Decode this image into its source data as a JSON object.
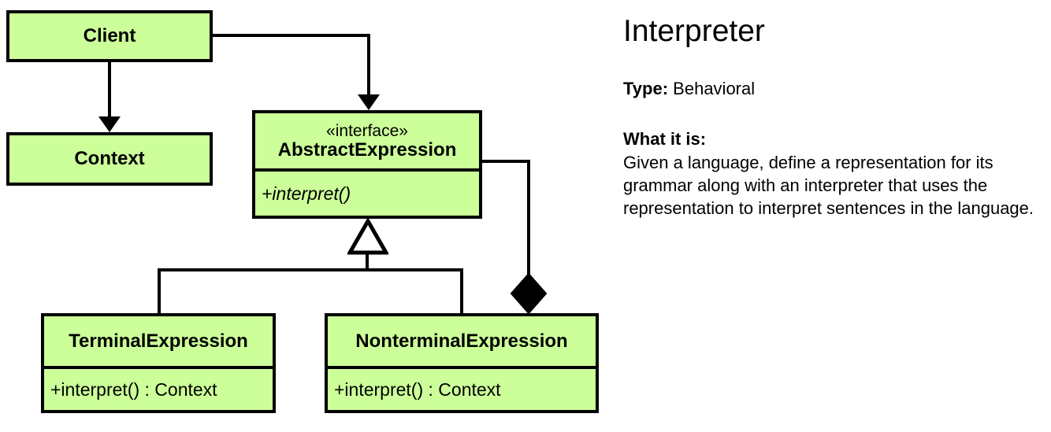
{
  "diagram": {
    "type": "uml-class-diagram",
    "background_color": "#ffffff",
    "box_fill_color": "#ccff99",
    "line_color": "#000000",
    "classes": [
      {
        "id": "client",
        "name": "Client",
        "stereotype": "",
        "members": []
      },
      {
        "id": "context",
        "name": "Context",
        "stereotype": "",
        "members": []
      },
      {
        "id": "abstract-expression",
        "name": "AbstractExpression",
        "stereotype": "«interface»",
        "members": [
          "+interpret()"
        ]
      },
      {
        "id": "terminal-expression",
        "name": "TerminalExpression",
        "stereotype": "",
        "members": [
          "+interpret() : Context"
        ]
      },
      {
        "id": "nonterminal-expression",
        "name": "NonterminalExpression",
        "stereotype": "",
        "members": [
          "+interpret() : Context"
        ]
      }
    ],
    "relations": [
      {
        "from": "client",
        "to": "context",
        "kind": "association-directed"
      },
      {
        "from": "client",
        "to": "abstract-expression",
        "kind": "association-directed"
      },
      {
        "from": "terminal-expression",
        "to": "abstract-expression",
        "kind": "generalization"
      },
      {
        "from": "nonterminal-expression",
        "to": "abstract-expression",
        "kind": "generalization"
      },
      {
        "from": "abstract-expression",
        "to": "nonterminal-expression",
        "kind": "composition"
      }
    ]
  },
  "info": {
    "title": "Interpreter",
    "type_label": "Type:",
    "type_value": "Behavioral",
    "what_label": "What it is:",
    "what_text": "Given a language, define a representation for its grammar along with an interpreter that uses the representation to interpret sentences in the language."
  }
}
